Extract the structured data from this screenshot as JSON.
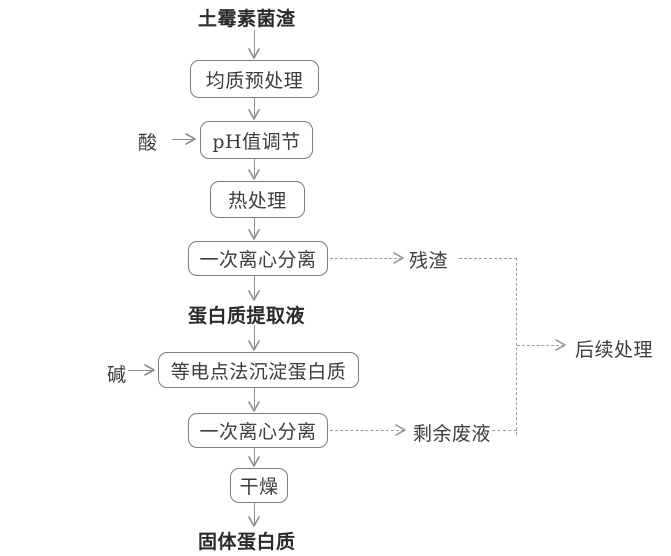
{
  "diagram": {
    "title": "土霉素菌渣",
    "nodes": [
      {
        "id": "start",
        "label": "土霉素菌渣",
        "kind": "bold-text"
      },
      {
        "id": "homogenize",
        "label": "均质预处理",
        "kind": "box"
      },
      {
        "id": "acid",
        "label": "酸",
        "kind": "plain-text"
      },
      {
        "id": "ph",
        "label": "pH值调节",
        "kind": "box"
      },
      {
        "id": "heat",
        "label": "热处理",
        "kind": "box"
      },
      {
        "id": "centrifuge1",
        "label": "一次离心分离",
        "kind": "box"
      },
      {
        "id": "residue",
        "label": "残渣",
        "kind": "plain-text"
      },
      {
        "id": "extract",
        "label": "蛋白质提取液",
        "kind": "bold-text"
      },
      {
        "id": "alkali",
        "label": "碱",
        "kind": "plain-text"
      },
      {
        "id": "isoelectric",
        "label": "等电点法沉淀蛋白质",
        "kind": "box"
      },
      {
        "id": "centrifuge2",
        "label": "一次离心分离",
        "kind": "box"
      },
      {
        "id": "wastewater",
        "label": "剩余废液",
        "kind": "plain-text"
      },
      {
        "id": "posttreat",
        "label": "后续处理",
        "kind": "plain-text"
      },
      {
        "id": "drying",
        "label": "干燥",
        "kind": "box"
      },
      {
        "id": "product",
        "label": "固体蛋白质",
        "kind": "bold-text"
      }
    ],
    "colors": {
      "box_border": "#7a7d80",
      "solid_line": "#8a8d90",
      "dashed_line": "#9a9d9f",
      "text": "#3d3d3d",
      "background": "#ffffff"
    }
  }
}
